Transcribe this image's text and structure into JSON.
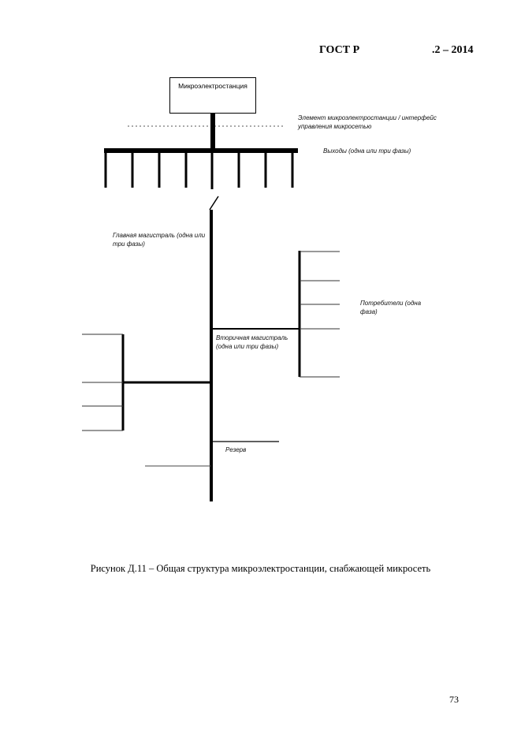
{
  "header": {
    "standard": "ГОСТ Р",
    "number_year": ".2  – 2014"
  },
  "diagram": {
    "box_label": "Микроэлектростанция",
    "element_label": "Элемент микроэлектростанции / интерфейс управления микросетью",
    "outputs_label": "Выходы (одна или три фазы)",
    "main_line_label": "Главная магистраль (одна или три фазы)",
    "consumers_label": "Потребители (одна фаза)",
    "secondary_label": "Вторичная магистраль (одна или три фазы)",
    "reserve_label": "Резерв"
  },
  "caption": "Рисунок Д.11 – Общая структура микроэлектростанции, снабжающей микросеть",
  "page_number": "73"
}
